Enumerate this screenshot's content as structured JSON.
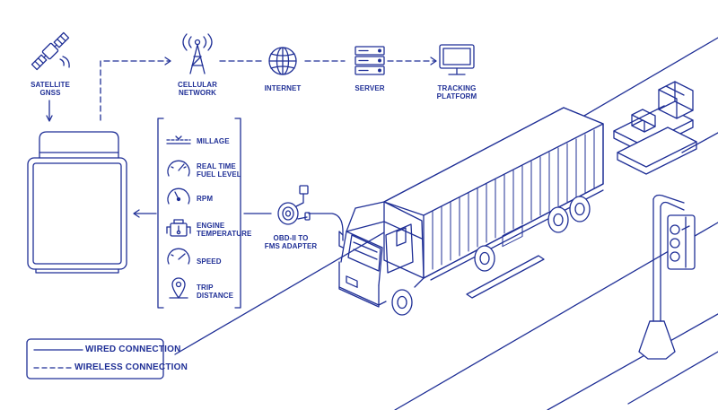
{
  "nodes": {
    "satellite": [
      "SATELLITE",
      "GNSS"
    ],
    "cellular": [
      "CELLULAR",
      "NETWORK"
    ],
    "internet": [
      "INTERNET"
    ],
    "server": [
      "SERVER"
    ],
    "platform": [
      "TRACKING",
      "PLATFORM"
    ],
    "adapter": [
      "OBD-II TO",
      "FMS ADAPTER"
    ]
  },
  "metrics": [
    {
      "label": [
        "MILLAGE"
      ],
      "icon": "odometer-icon"
    },
    {
      "label": [
        "REAL TIME",
        "FUEL LEVEL"
      ],
      "icon": "fuel-gauge-icon"
    },
    {
      "label": [
        "RPM"
      ],
      "icon": "tachometer-icon"
    },
    {
      "label": [
        "ENGINE",
        "TEMPERATURE"
      ],
      "icon": "engine-icon"
    },
    {
      "label": [
        "SPEED"
      ],
      "icon": "speedometer-icon"
    },
    {
      "label": [
        "TRIP",
        "DISTANCE"
      ],
      "icon": "map-pin-icon"
    }
  ],
  "legend": {
    "wired": "WIRED CONNECTION",
    "wireless": "WIRELESS CONNECTION"
  },
  "colors": {
    "ink": "#1f2f96",
    "background": "#ffffff"
  }
}
